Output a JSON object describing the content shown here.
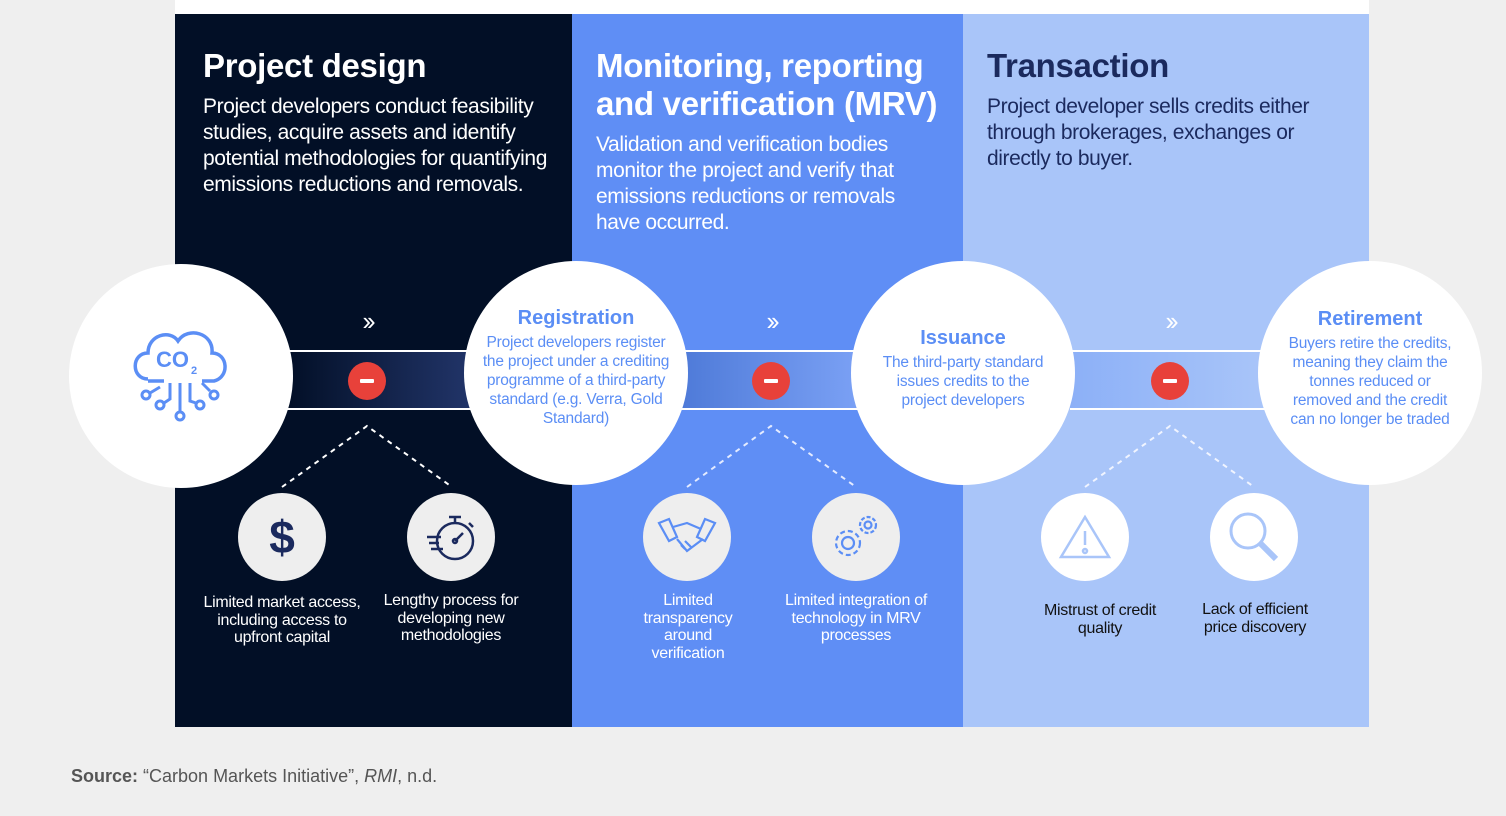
{
  "stages": [
    {
      "title": "Project design",
      "description": "Project developers conduct feasibility studies, acquire assets and identify potential methodologies for quantifying emissions reductions and removals."
    },
    {
      "title": "Monitoring, reporting and verification (MRV)",
      "description": "Validation and verification bodies monitor the project and verify that emissions reductions or removals have occurred."
    },
    {
      "title": "Transaction",
      "description": "Project developer sells credits either through brokerages, exchanges or directly to buyer."
    }
  ],
  "co2_icon": {
    "label": "CO",
    "subscript": "2"
  },
  "steps": [
    {
      "title": "Registration",
      "description": "Project developers register the project under a crediting programme of a third-party standard (e.g. Verra, Gold Standard)"
    },
    {
      "title": "Issuance",
      "description": "The third-party standard issues credits to the project developers"
    },
    {
      "title": "Retirement",
      "description": "Buyers retire the credits, meaning they claim the tonnes reduced or removed and the credit can no longer be traded"
    }
  ],
  "chevron": "››",
  "challenges": [
    {
      "icon": "dollar-icon",
      "label": "Limited market access, including access to upfront capital"
    },
    {
      "icon": "stopwatch-icon",
      "label": "Lengthy process for developing new methodologies"
    },
    {
      "icon": "handshake-icon",
      "label": "Limited transparency around verification"
    },
    {
      "icon": "gears-icon",
      "label": "Limited integration of technology in MRV processes"
    },
    {
      "icon": "warning-icon",
      "label": "Mistrust of credit quality"
    },
    {
      "icon": "magnifier-icon",
      "label": "Lack of efficient price discovery"
    }
  ],
  "source": {
    "label": "Source:",
    "text_before": " “Carbon Markets Initiative”, ",
    "italic": "RMI",
    "text_after": ", n.d."
  },
  "colors": {
    "dark": "#020f26",
    "mid": "#5f8ef5",
    "light": "#a9c5f9",
    "accent": "#5b8ef5",
    "minus": "#e8413a"
  }
}
